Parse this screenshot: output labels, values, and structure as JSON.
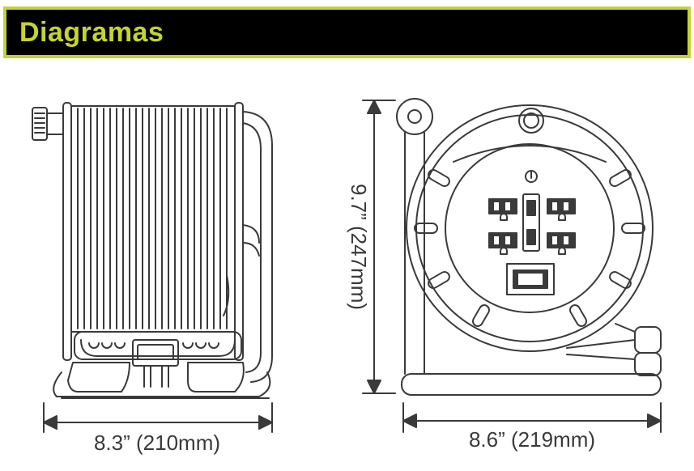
{
  "header": {
    "title": "Diagramas",
    "accent_color": "#c5d42f",
    "background_color": "#000000"
  },
  "dimensions": {
    "side_width": "8.3” (210mm)",
    "front_height": "9.7” (247mm)",
    "front_width": "8.6” (219mm)"
  },
  "icons": [
    "cord-reel-side-view",
    "cord-reel-front-view",
    "power-indicator-icon",
    "outlet-icon",
    "breaker-switch-icon",
    "dimension-arrow-icon"
  ]
}
